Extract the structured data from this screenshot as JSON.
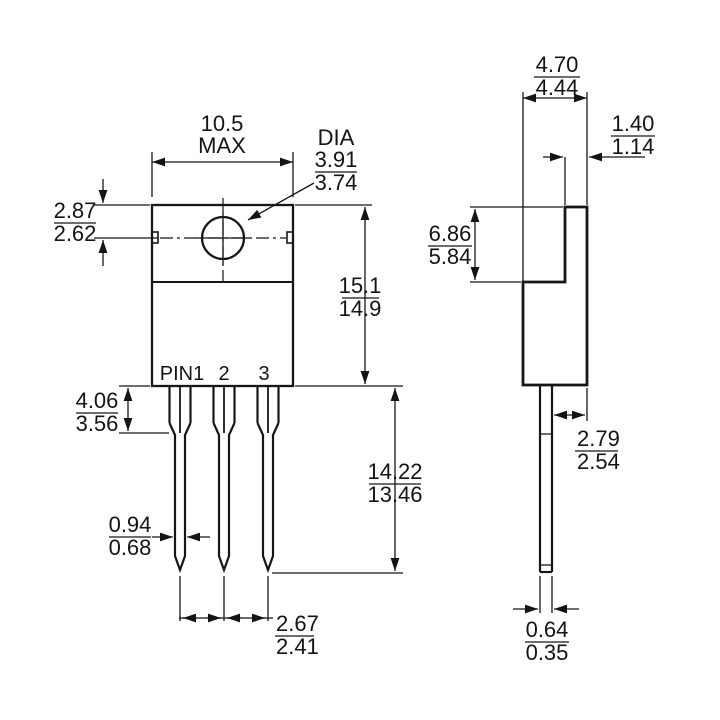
{
  "drawing": {
    "type": "mechanical-package-outline-drawing",
    "package_style": "TO-220 three-lead through-hole package, front view and side view, dimensions in millimeters shown as max over min fractions",
    "front_view": {
      "body_width": {
        "value": "10.5",
        "qualifier": "MAX"
      },
      "mounting_hole": {
        "label": "DIA",
        "max": "3.91",
        "min": "3.74"
      },
      "hole_center_offset": {
        "max": "2.87",
        "min": "2.62"
      },
      "body_height": {
        "max": "15.1",
        "min": "14.9"
      },
      "lead_shoulder_length": {
        "max": "4.06",
        "min": "3.56"
      },
      "lead_width": {
        "max": "0.94",
        "min": "0.68"
      },
      "lead_length": {
        "max": "14.22",
        "min": "13.46"
      },
      "lead_pitch": {
        "max": "2.67",
        "min": "2.41"
      },
      "pins": [
        "PIN1",
        "2",
        "3"
      ]
    },
    "side_view": {
      "body_depth": {
        "max": "4.70",
        "min": "4.44"
      },
      "tab_thickness": {
        "max": "1.40",
        "min": "1.14"
      },
      "tab_height": {
        "max": "6.86",
        "min": "5.84"
      },
      "lead_setback": {
        "max": "2.79",
        "min": "2.54"
      },
      "lead_thickness": {
        "max": "0.64",
        "min": "0.35"
      }
    },
    "colors": {
      "line": "#161616",
      "background": "#ffffff"
    }
  }
}
